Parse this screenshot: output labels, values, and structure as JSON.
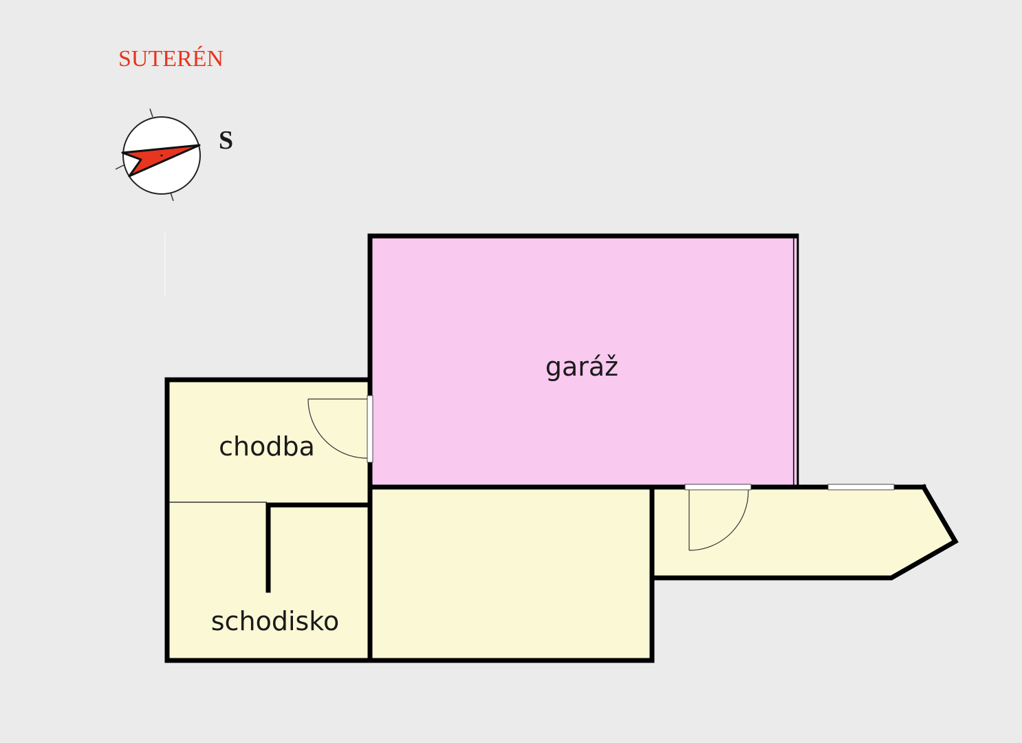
{
  "floor": {
    "title": "SUTERÉN"
  },
  "compass": {
    "letter": "S",
    "arrow_color": "#e8351f"
  },
  "rooms": {
    "garage": {
      "label": "garáž",
      "color": "#f9c9f0"
    },
    "corridor": {
      "label": "chodba",
      "color": "#fbf8d6"
    },
    "stairs": {
      "label": "schodisko",
      "color": "#fbf8d6"
    },
    "storage": {
      "label": "",
      "color": "#fbf8d6"
    },
    "annex": {
      "label": "",
      "color": "#fbf8d6"
    }
  },
  "colors": {
    "background": "#ebebeb",
    "wall": "#000000"
  }
}
